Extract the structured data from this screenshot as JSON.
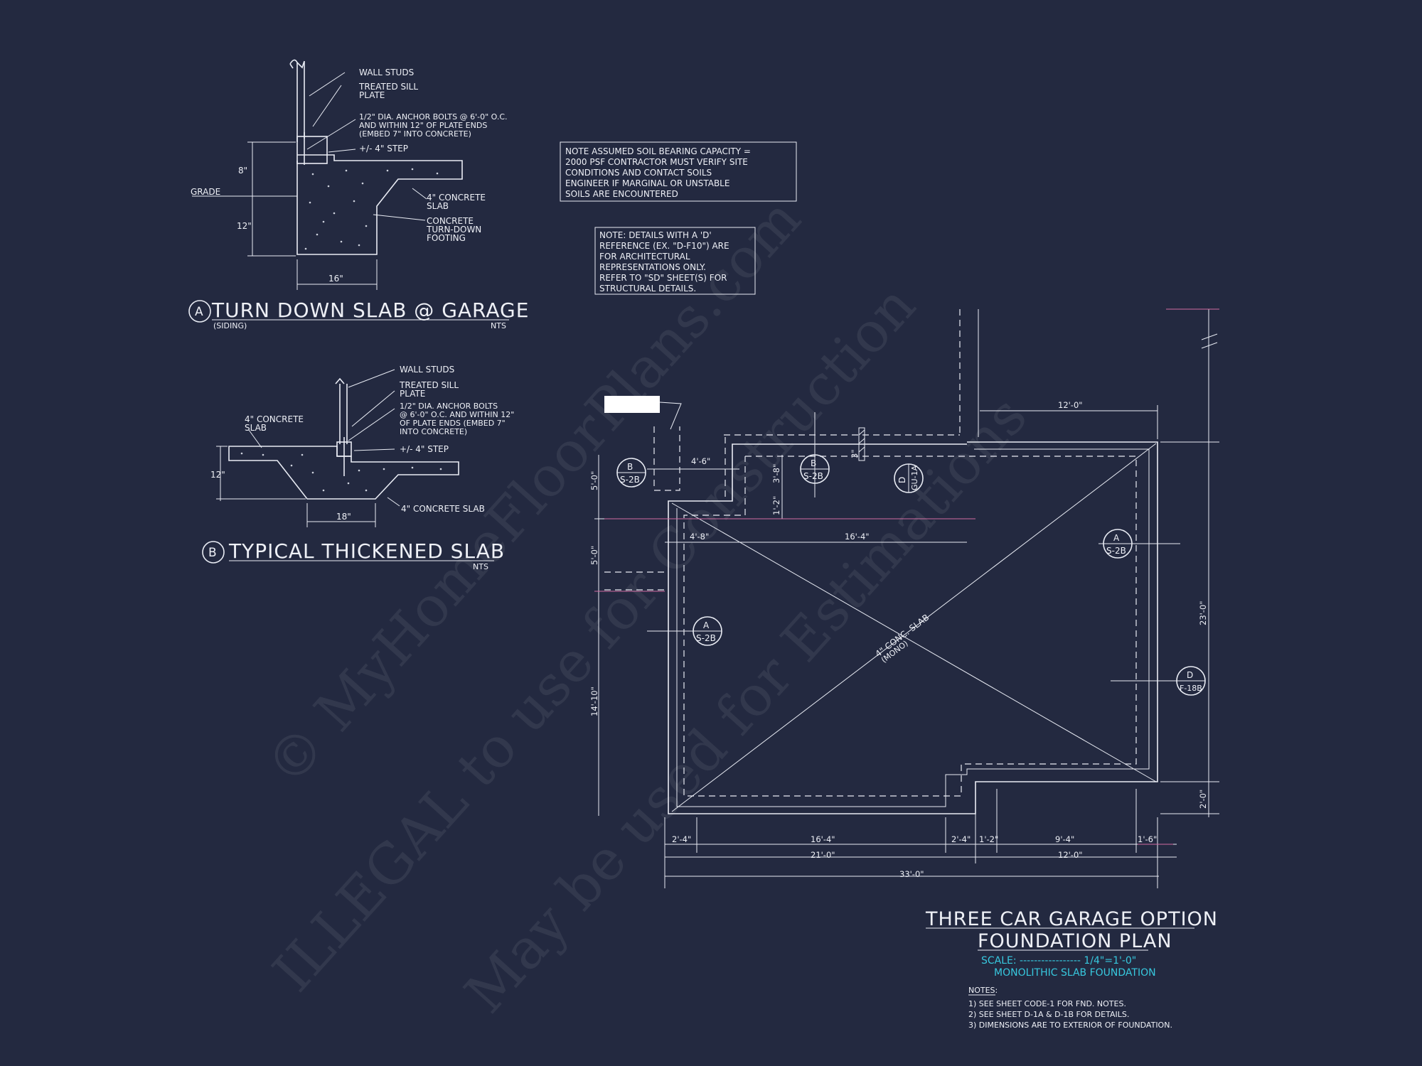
{
  "detail_a": {
    "marker": "A",
    "title": "TURN DOWN SLAB @ GARAGE",
    "subtitle": "(SIDING)",
    "scale": "NTS",
    "labels": {
      "wall_studs": "WALL STUDS",
      "sill_1": "TREATED SILL",
      "sill_2": "PLATE",
      "anchor_1": "1/2\" DIA. ANCHOR BOLTS @ 6'-0\" O.C.",
      "anchor_2": "AND WITHIN 12\" OF PLATE ENDS",
      "anchor_3": "(EMBED 7\" INTO CONCRETE)",
      "step": "+/- 4\" STEP",
      "grade": "GRADE",
      "slab_1": "4\" CONCRETE",
      "slab_2": "SLAB",
      "footing_1": "CONCRETE",
      "footing_2": "TURN-DOWN",
      "footing_3": "FOOTING",
      "dim_8": "8\"",
      "dim_12": "12\"",
      "dim_16": "16\""
    }
  },
  "detail_b": {
    "marker": "B",
    "title": "TYPICAL THICKENED SLAB",
    "scale": "NTS",
    "labels": {
      "wall_studs": "WALL STUDS",
      "sill_1": "TREATED SILL",
      "sill_2": "PLATE",
      "anchor_1": "1/2\" DIA. ANCHOR BOLTS",
      "anchor_2": "@ 6'-0\" O.C. AND WITHIN 12\"",
      "anchor_3": "OF PLATE ENDS (EMBED 7\"",
      "anchor_4": "INTO CONCRETE)",
      "slab_left_1": "4\" CONCRETE",
      "slab_left_2": "SLAB",
      "step": "+/- 4\" STEP",
      "slab_bottom": "4\" CONCRETE SLAB",
      "dim_12": "12\"",
      "dim_18": "18\""
    }
  },
  "notes_boxes": {
    "soil": [
      "NOTE ASSUMED SOIL BEARING CAPACITY =",
      "2000 PSF CONTRACTOR MUST VERIFY SITE",
      "CONDITIONS AND CONTACT SOILS",
      "ENGINEER IF MARGINAL OR UNSTABLE",
      "SOILS ARE ENCOUNTERED"
    ],
    "details": [
      "NOTE: DETAILS WITH A 'D'",
      "REFERENCE (EX. \"D-F10\") ARE",
      "FOR ARCHITECTURAL",
      "REPRESENTATIONS ONLY.",
      "REFER TO \"SD\" SHEET(S) FOR",
      "STRUCTURAL DETAILS."
    ]
  },
  "plan": {
    "slab_label_1": "4\" CONC. SLAB",
    "slab_label_2": "(MONO)",
    "dims": {
      "top_12": "12'-0\"",
      "d_4_6": "4'-6\"",
      "d_4_8": "4'-8\"",
      "d_16_4_top": "16'-4\"",
      "d_3_8": "3'-8\"",
      "d_1_2v": "1'-2\"",
      "d_3": "3\"",
      "left_5a": "5'-0\"",
      "left_5b": "5'-0\"",
      "left_14_10": "14'-10\"",
      "right_23": "23'-0\"",
      "right_2": "2'-0\"",
      "b_2_4a": "2'-4\"",
      "b_16_4": "16'-4\"",
      "b_2_4b": "2'-4\"",
      "b_1_2": "1'-2\"",
      "b_9_4": "9'-4\"",
      "b_1_6": "1'-6\"",
      "b_21": "21'-0\"",
      "b_12": "12'-0\"",
      "b_33": "33'-0\""
    },
    "callouts": {
      "b1_top": "B",
      "b1_bot": "S-2B",
      "b2_top": "B",
      "b2_bot": "S-2B",
      "d1_top": "D",
      "d1_bot": "GU-1A",
      "a1_top": "A",
      "a1_bot": "S-2B",
      "a2_top": "A",
      "a2_bot": "S-2B",
      "d2_top": "D",
      "d2_bot": "F-18B"
    }
  },
  "title_block": {
    "line1": "THREE CAR GARAGE OPTION",
    "line2": "FOUNDATION PLAN",
    "scale": "SCALE: ----------------- 1/4\"=1'-0\"",
    "type": "MONOLITHIC SLAB FOUNDATION",
    "notes_heading": "NOTES:",
    "notes": [
      "1)  SEE SHEET CODE-1 FOR FND. NOTES.",
      "2)  SEE SHEET D-1A & D-1B FOR DETAILS.",
      "3)  DIMENSIONS ARE TO EXTERIOR OF FOUNDATION."
    ]
  },
  "watermark": {
    "line1": "© MyHomeFloorPlans.com",
    "line2": "ILLEGAL to use for Construction",
    "line3": "May be used for Estimations"
  }
}
